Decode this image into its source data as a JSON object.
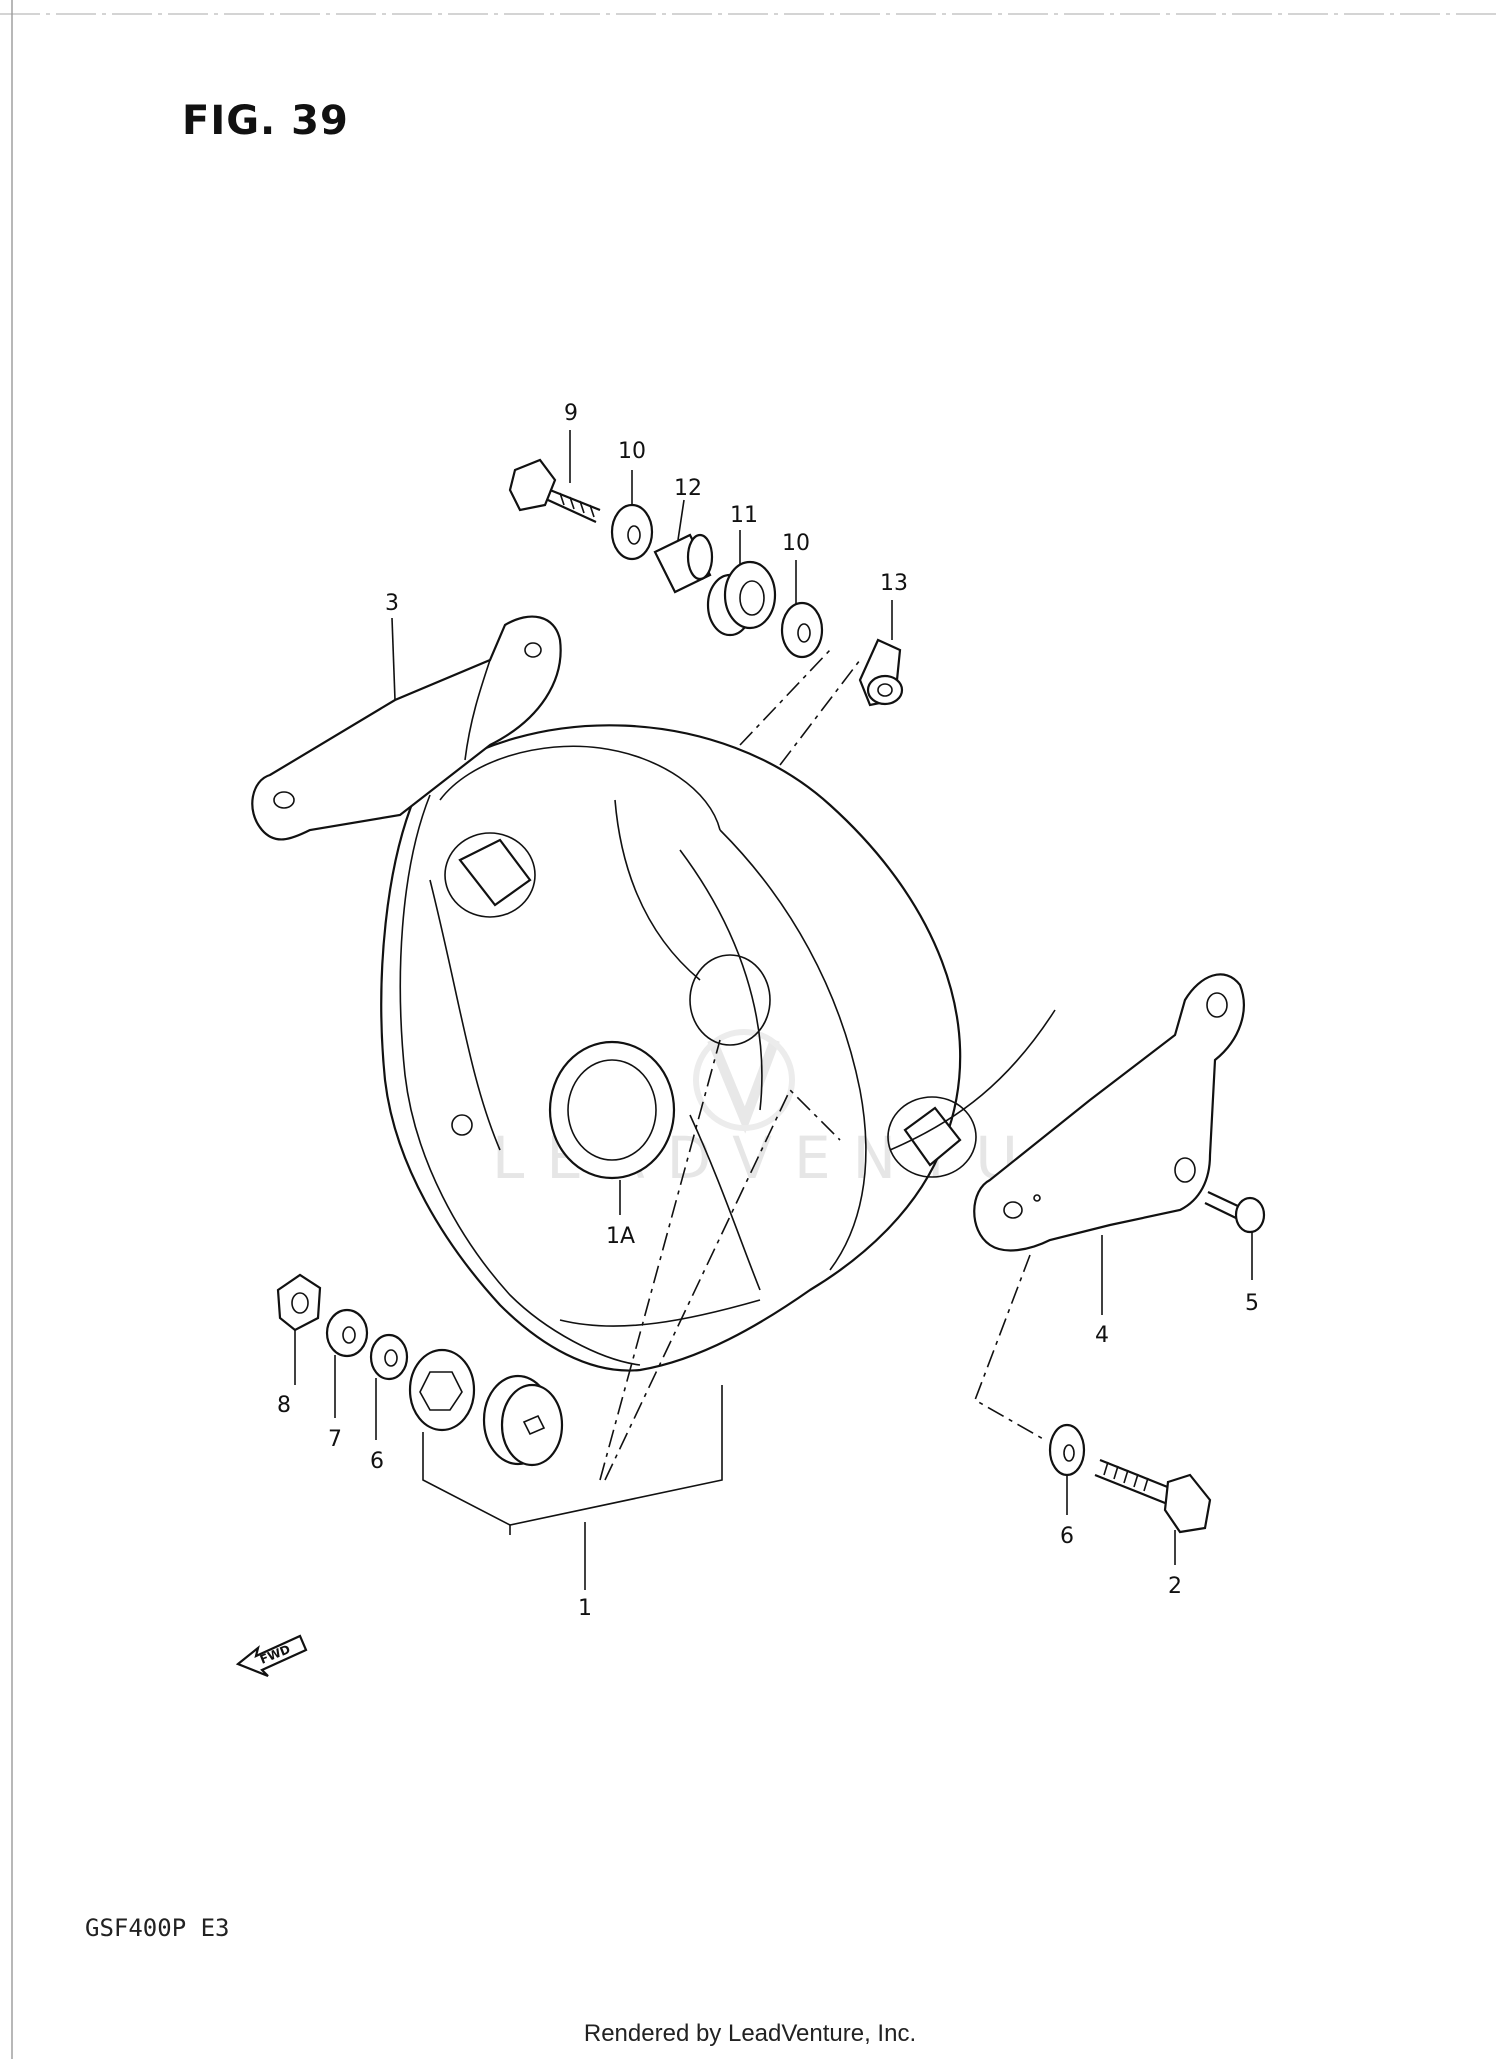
{
  "figure": {
    "title": "FIG. 39",
    "model": "GSF400P  E3",
    "credit": "Rendered by LeadVenture, Inc.",
    "watermark": "LEADVENTURE",
    "fwd_label": "FWD"
  },
  "callouts": {
    "c1": "1",
    "c1a": "1A",
    "c2": "2",
    "c3": "3",
    "c4": "4",
    "c5": "5",
    "c6a": "6",
    "c6b": "6",
    "c7": "7",
    "c8": "8",
    "c9": "9",
    "c10a": "10",
    "c10b": "10",
    "c11": "11",
    "c12": "12",
    "c13": "13"
  },
  "colors": {
    "line": "#111111",
    "background": "#ffffff",
    "watermark": "#e6e6e6"
  }
}
